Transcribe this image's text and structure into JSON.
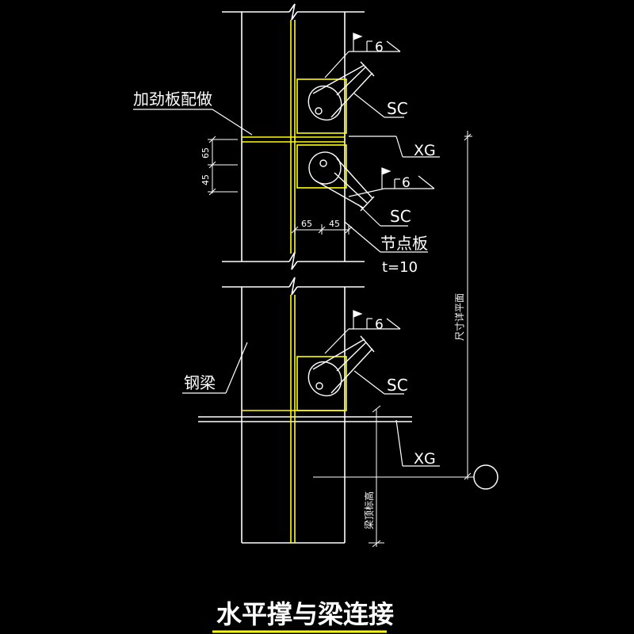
{
  "labels": {
    "stiffener": "加劲板配做",
    "sc_top": "SC",
    "xg_top": "XG",
    "weld_top": "6",
    "weld_mid": "6",
    "sc_mid": "SC",
    "gusset": "节点板",
    "thickness": "t=10",
    "weld_bot": "6",
    "sc_bot": "SC",
    "beam": "钢梁",
    "xg_bot": "XG",
    "dim_65_v": "65",
    "dim_45_v": "45",
    "dim_65_h": "65",
    "dim_45_h": "45",
    "vertical_dim": "尺寸详平面",
    "beam_top": "梁顶标高"
  },
  "title": "水平撑与梁连接",
  "colors": {
    "background": "#000000",
    "steel": "#ffffff",
    "member": "#ffff00",
    "title_underline": "#ffff00"
  }
}
